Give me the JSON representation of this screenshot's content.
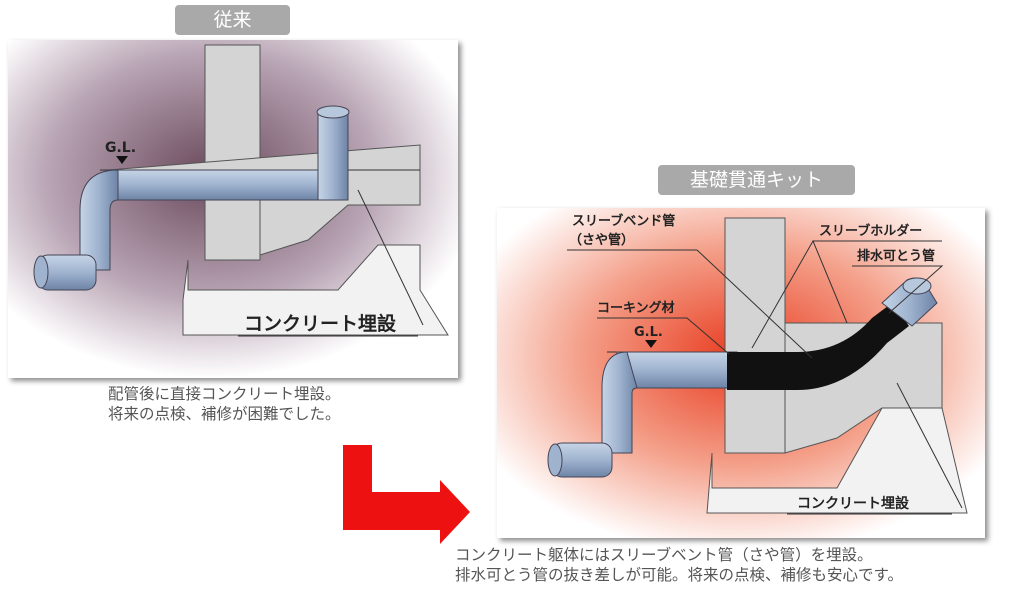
{
  "before": {
    "title": "従来",
    "labels": {
      "gl": "G.L.",
      "concrete": "コンクリート埋設"
    },
    "caption": [
      "配管後に直接コンクリート埋設。",
      "将来の点検、補修が困難でした。"
    ]
  },
  "after": {
    "title": "基礎貫通キット",
    "labels": {
      "sleeve_bend": "スリーブベンド管",
      "sleeve_bend_sub": "（さや管）",
      "sleeve_holder": "スリーブホルダー",
      "drain_pipe": "排水可とう管",
      "caulking": "コーキング材",
      "gl": "G.L.",
      "concrete": "コンクリート埋設"
    },
    "caption": [
      "コンクリート躯体にはスリーブベント管（さや管）を埋設。",
      "排水可とう管の抜き差しが可能。将来の点検、補修も安心です。"
    ]
  },
  "colors": {
    "arrow": "#ee1111",
    "pill": "#a9a9a9"
  }
}
